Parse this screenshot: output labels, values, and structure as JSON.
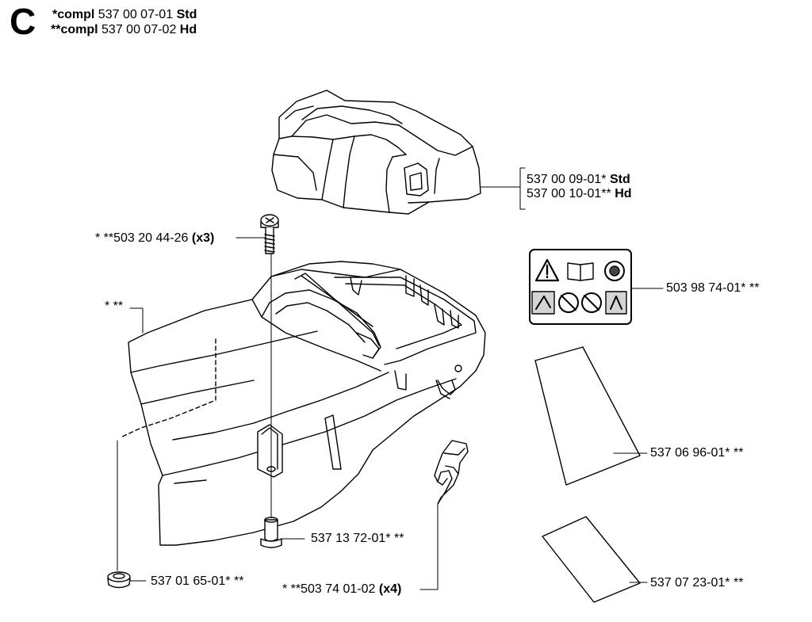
{
  "header": {
    "section_letter": "C",
    "line1_prefix": "*compl",
    "line1_number": "537 00 07-01",
    "line1_suffix": "Std",
    "line2_prefix": "**compl",
    "line2_number": "537 00 07-02",
    "line2_suffix": "Hd"
  },
  "parts": {
    "cover_std_number": "537 00 09-01*",
    "cover_std_variant": "Std",
    "cover_hd_number": "537 00 10-01**",
    "cover_hd_variant": "Hd",
    "screw_ref": "* **503 20 44-26",
    "screw_qty": "(x3)",
    "housing_ref": "* **",
    "decal_ref": "503 98 74-01* **",
    "sticker_ref": "537 06 96-01* **",
    "bushing_ref": "537 13 72-01* **",
    "grommet_ref": "537 01 65-01* **",
    "clip_ref": "* **503 74 01-02",
    "clip_qty": "(x4)",
    "pad_ref": "537 07 23-01* **"
  }
}
